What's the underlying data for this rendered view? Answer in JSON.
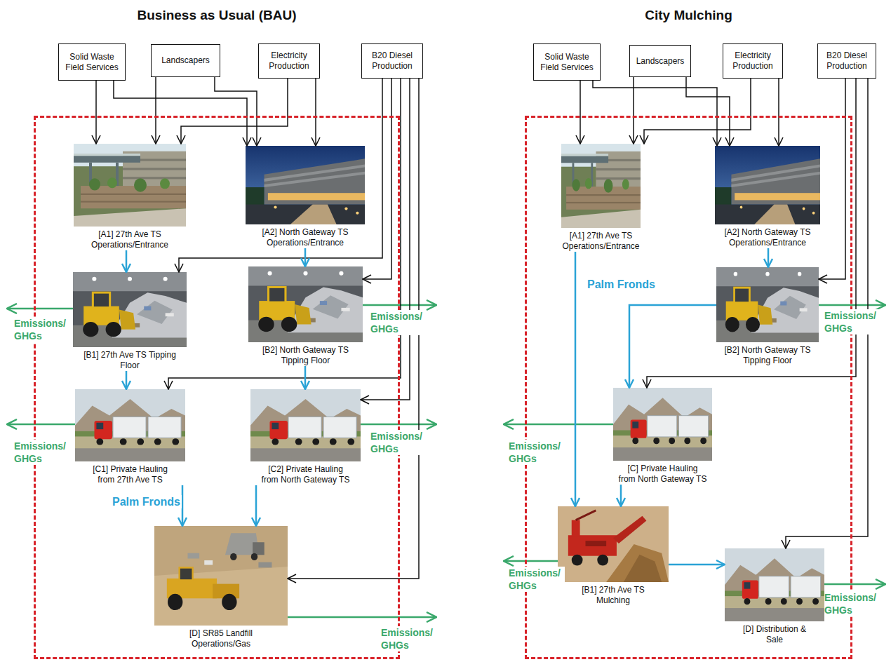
{
  "diagram": {
    "nodes": [
      {
        "text": [
          "Business as Usual (BAU)"
        ]
      },
      {
        "text": [
          "Solid Waste Field Services"
        ]
      },
      {
        "text": [
          "Landscapers"
        ]
      },
      {
        "text": [
          "Electricity Production"
        ]
      },
      {
        "text": [
          "B20 Diesel Production"
        ]
      },
      {
        "text": [
          "[A1] 27th Ave TS Operations/Entrance"
        ],
        "in": 0
      },
      {
        "text": [
          "[A2] North Gateway TS Operations/Entrance"
        ],
        "in": 0
      },
      {
        "text": [
          "[B1] 27th Ave TS Tipping Floor"
        ],
        "in": 0
      },
      {
        "text": [
          "[B2] North Gateway TS Tipping Floor"
        ],
        "in": 0
      },
      {
        "text": [
          "[C1] Private Hauling from 27th Ave TS"
        ],
        "in": 0
      },
      {
        "text": [
          "[C2] Private Hauling from North Gateway TS"
        ],
        "in": 0
      },
      {
        "text": [
          "[D] SR85 Landfill Operations/Gas"
        ],
        "in": 0
      },
      {
        "text": [
          "City Mulching"
        ]
      },
      {
        "text": [
          "Solid Waste Field Services"
        ]
      },
      {
        "text": [
          "Landscapers"
        ]
      },
      {
        "text": [
          "Electricity Production"
        ]
      },
      {
        "text": [
          "B20 Diesel Production"
        ]
      },
      {
        "text": [
          "[A1] 27th Ave TS Operations/Entrance"
        ],
        "in": 12
      },
      {
        "text": [
          "[A2] North Gateway TS Operations/Entrance"
        ],
        "in": 12
      },
      {
        "text": [
          "[B2] North Gateway TS Tipping Floor"
        ],
        "in": 12
      },
      {
        "text": [
          "[C] Private Hauling from North Gateway TS"
        ],
        "in": 12
      },
      {
        "text": [
          "[B1] 27th Ave TS Mulching"
        ],
        "in": 12
      },
      {
        "text": [
          "[D] Distribution & Sale"
        ],
        "in": 12
      }
    ],
    "edges": [
      {
        "from": 1,
        "to": 5,
        "arrow": "to"
      },
      {
        "from": 1,
        "to": 6,
        "arrow": "to"
      },
      {
        "from": 2,
        "to": 5,
        "arrow": "to"
      },
      {
        "from": 2,
        "to": 6,
        "arrow": "to"
      },
      {
        "from": 3,
        "to": 5,
        "arrow": "to"
      },
      {
        "from": 3,
        "to": 6,
        "arrow": "to"
      },
      {
        "from": 4,
        "to": 7,
        "arrow": "to"
      },
      {
        "from": 4,
        "to": 8,
        "arrow": "to"
      },
      {
        "from": 4,
        "to": 9,
        "arrow": "to"
      },
      {
        "from": 4,
        "to": 10,
        "arrow": "to"
      },
      {
        "from": 4,
        "to": 11,
        "arrow": "to"
      },
      {
        "from": 5,
        "to": 7,
        "arrow": "to"
      },
      {
        "from": 7,
        "to": 9,
        "arrow": "to"
      },
      {
        "from": 9,
        "to": 11,
        "label": "Palm Fronds",
        "arrow": "to"
      },
      {
        "from": 6,
        "to": 8,
        "arrow": "to"
      },
      {
        "from": 8,
        "to": 10,
        "arrow": "to"
      },
      {
        "from": 10,
        "to": 11,
        "arrow": "to"
      },
      {
        "from": 13,
        "to": 17,
        "arrow": "to"
      },
      {
        "from": 13,
        "to": 18,
        "arrow": "to"
      },
      {
        "from": 14,
        "to": 17,
        "arrow": "to"
      },
      {
        "from": 14,
        "to": 18,
        "arrow": "to"
      },
      {
        "from": 15,
        "to": 17,
        "arrow": "to"
      },
      {
        "from": 15,
        "to": 18,
        "arrow": "to"
      },
      {
        "from": 16,
        "to": 19,
        "arrow": "to"
      },
      {
        "from": 16,
        "to": 20,
        "arrow": "to"
      },
      {
        "from": 16,
        "to": 22,
        "arrow": "to"
      },
      {
        "from": 17,
        "to": 21,
        "label": "Palm Fronds",
        "arrow": "to"
      },
      {
        "from": 18,
        "to": 19,
        "arrow": "to"
      },
      {
        "from": 19,
        "to": 20,
        "arrow": "to"
      },
      {
        "from": 20,
        "to": 21,
        "arrow": "to"
      },
      {
        "from": 21,
        "to": 22,
        "arrow": "to"
      }
    ],
    "labels": [
      "Emissions/ GHGs",
      "Emissions/ GHGs",
      "Emissions/ GHGs",
      "Emissions/ GHGs",
      "Emissions/ GHGs",
      "Emissions/ GHGs",
      "Emissions/ GHGs",
      "Emissions/ GHGs",
      "Emissions/ GHGs"
    ]
  }
}
